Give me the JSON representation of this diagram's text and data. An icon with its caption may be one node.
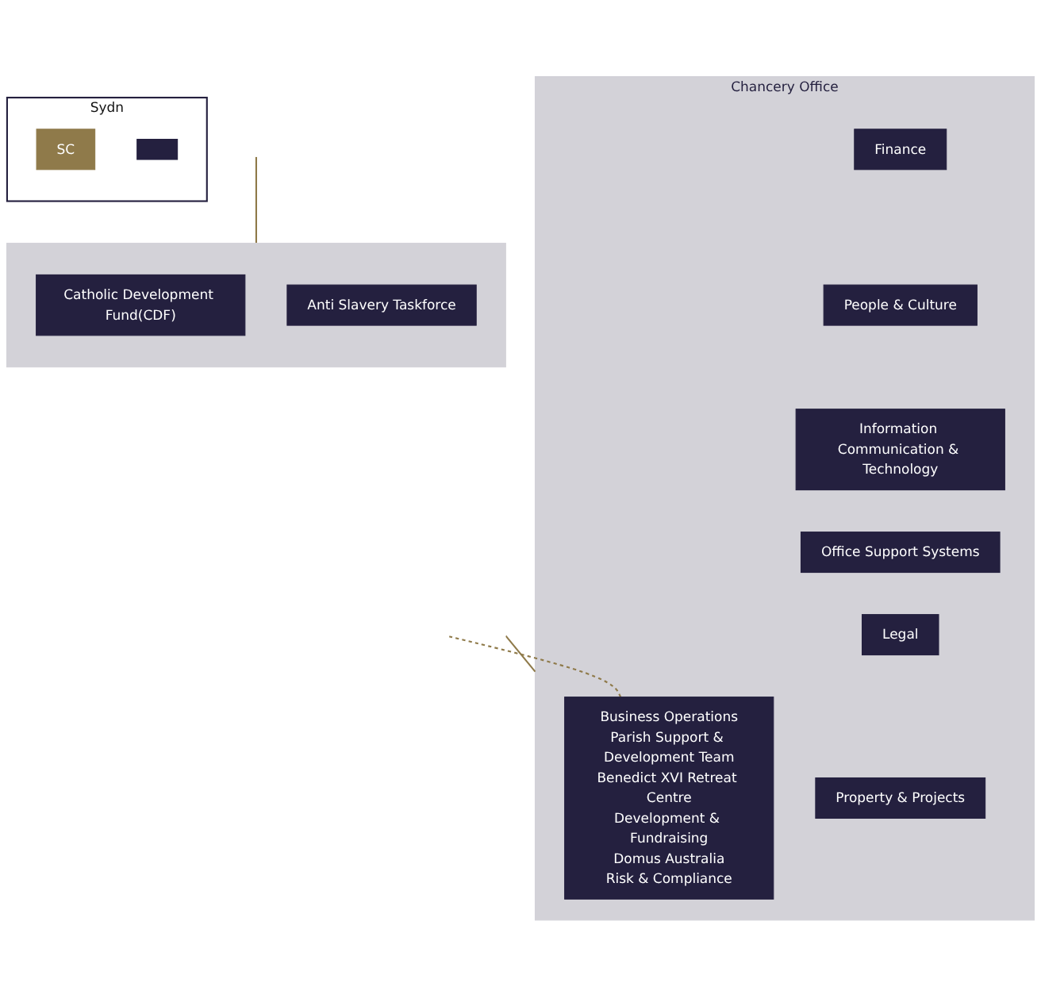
{
  "diagram": {
    "nodes": [
      {
        "text": [
          "Chancery Office"
        ]
      },
      {
        "text": [
          "Business Operations",
          "Parish Support & Development Team",
          "Benedict XVI Retreat Centre",
          "Development & Fundraising",
          "Domus Australia",
          "Risk & Compliance"
        ],
        "in": 0
      },
      {
        "text": [
          "Finance"
        ],
        "in": 0
      },
      {
        "text": [
          "People & Culture"
        ],
        "in": 0
      },
      {
        "text": [
          "Information Communication & Technology"
        ],
        "in": 0
      },
      {
        "text": [
          "Office Support Systems"
        ],
        "in": 0
      },
      {
        "text": [
          "Legal"
        ],
        "in": 0
      },
      {
        "text": [
          "Property & Projects"
        ],
        "in": 0
      },
      {
        "text": [],
        "shape": "box"
      },
      {
        "text": [
          "Catholic Development Fund(CDF)"
        ],
        "in": 8
      },
      {
        "text": [
          "Anti Slavery Taskforce"
        ],
        "in": 8
      },
      {
        "text": [
          "Sydn"
        ]
      },
      {
        "text": [
          "SC"
        ],
        "in": 11
      },
      {
        "text": [],
        "shape": "box",
        "in": 11
      }
    ],
    "edges": [
      {
        "from": null,
        "to": 0,
        "arrow": "none"
      },
      {
        "from": null,
        "to": 8,
        "arrow": "none"
      },
      {
        "from": null,
        "to": 1,
        "arrow": "none",
        "style": "dashed"
      }
    ]
  }
}
